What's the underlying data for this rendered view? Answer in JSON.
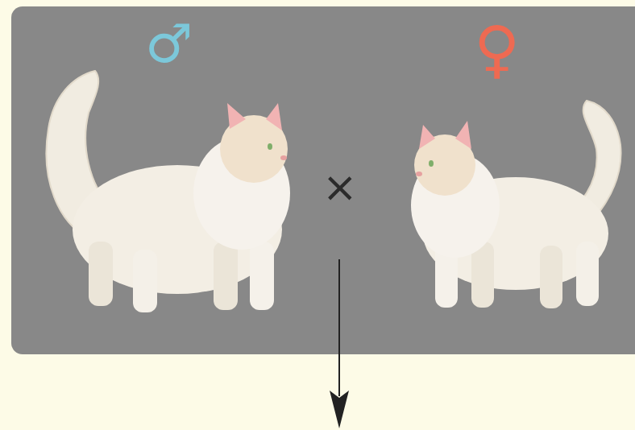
{
  "diagram": {
    "labels": [
      "♂",
      "♀",
      "×"
    ]
  }
}
